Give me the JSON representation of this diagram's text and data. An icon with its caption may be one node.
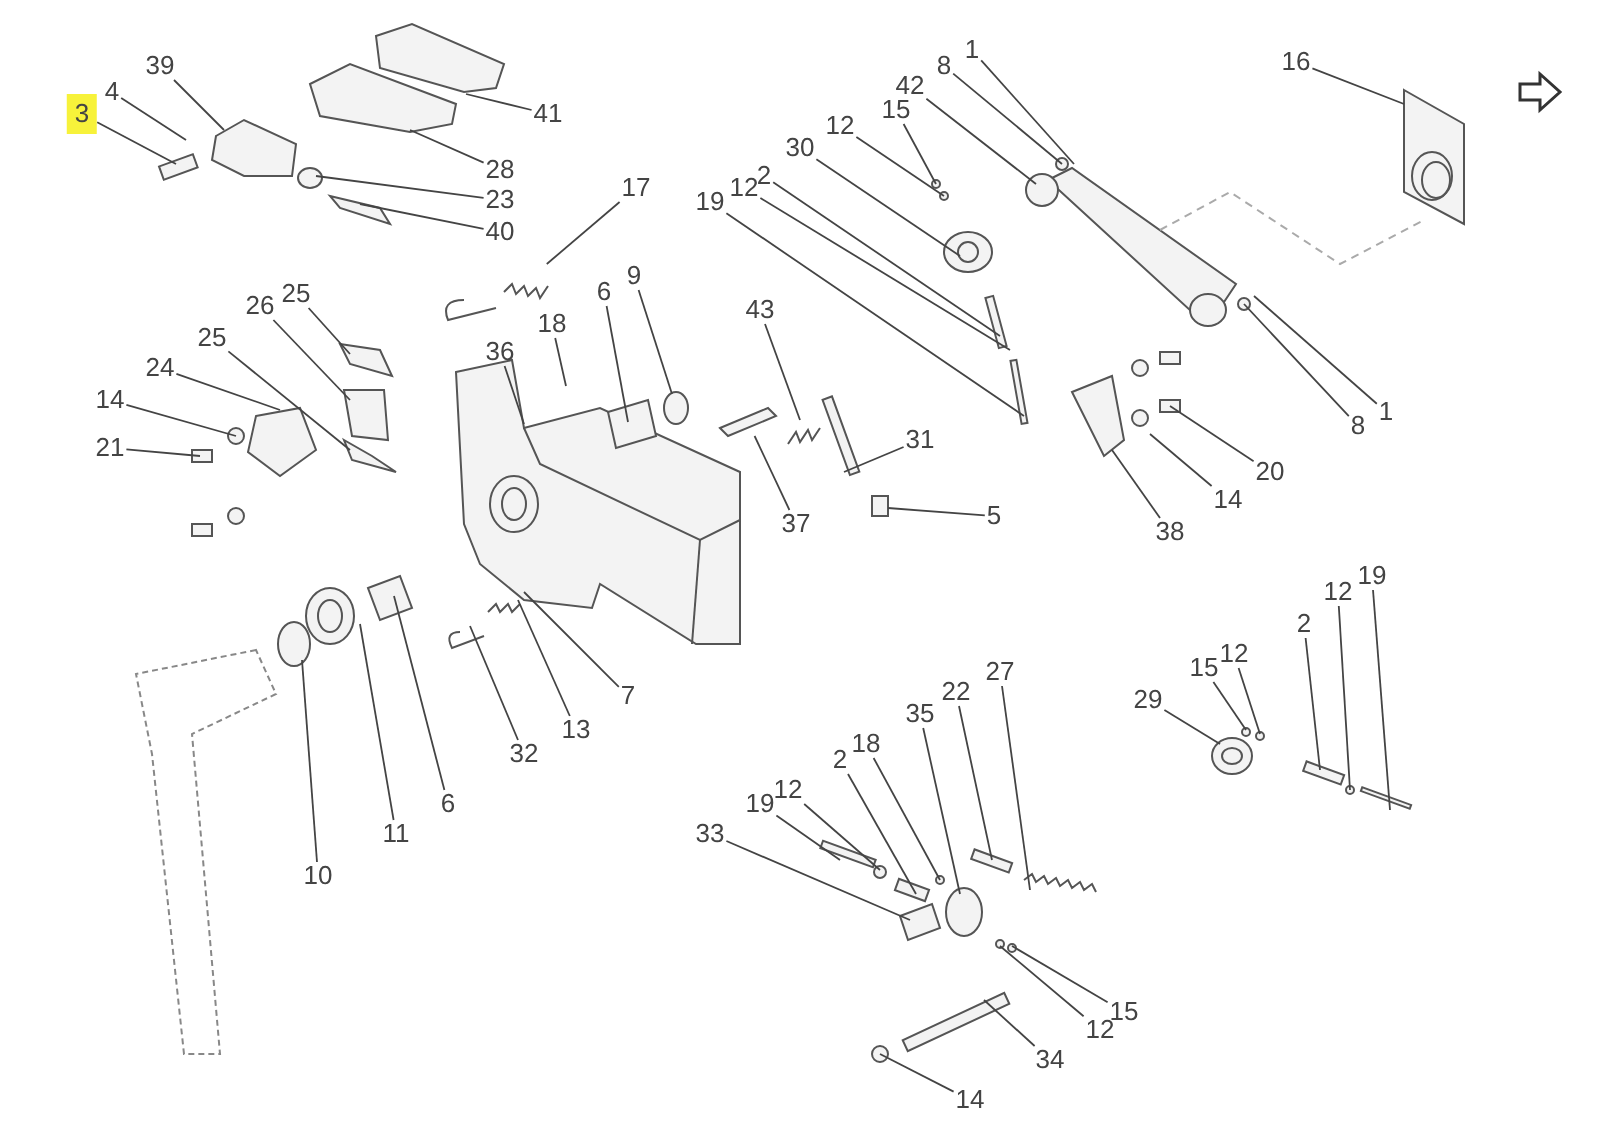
{
  "diagram": {
    "nodes": [
      {
        "text": [
          "1"
        ]
      },
      {
        "text": [
          "16"
        ]
      },
      {
        "text": [
          "39"
        ]
      },
      {
        "text": [
          "8"
        ]
      },
      {
        "text": [
          "4"
        ]
      },
      {
        "text": [
          "42"
        ]
      },
      {
        "text": [
          "15"
        ]
      },
      {
        "text": [
          "3"
        ]
      },
      {
        "text": [
          "41"
        ]
      },
      {
        "text": [
          "12"
        ]
      },
      {
        "text": [
          "30"
        ]
      },
      {
        "text": [
          "28"
        ]
      },
      {
        "text": [
          "2"
        ]
      },
      {
        "text": [
          "17"
        ]
      },
      {
        "text": [
          "12"
        ]
      },
      {
        "text": [
          "23"
        ]
      },
      {
        "text": [
          "19"
        ]
      },
      {
        "text": [
          "40"
        ]
      },
      {
        "text": [
          "9"
        ]
      },
      {
        "text": [
          "6"
        ]
      },
      {
        "text": [
          "25"
        ]
      },
      {
        "text": [
          "26"
        ]
      },
      {
        "text": [
          "43"
        ]
      },
      {
        "text": [
          "18"
        ]
      },
      {
        "text": [
          "25"
        ]
      },
      {
        "text": [
          "36"
        ]
      },
      {
        "text": [
          "24"
        ]
      },
      {
        "text": [
          "14"
        ]
      },
      {
        "text": [
          "1"
        ]
      },
      {
        "text": [
          "8"
        ]
      },
      {
        "text": [
          "31"
        ]
      },
      {
        "text": [
          "21"
        ]
      },
      {
        "text": [
          "20"
        ]
      },
      {
        "text": [
          "14"
        ]
      },
      {
        "text": [
          "37"
        ]
      },
      {
        "text": [
          "5"
        ]
      },
      {
        "text": [
          "38"
        ]
      },
      {
        "text": [
          "19"
        ]
      },
      {
        "text": [
          "12"
        ]
      },
      {
        "text": [
          "2"
        ]
      },
      {
        "text": [
          "12"
        ]
      },
      {
        "text": [
          "15"
        ]
      },
      {
        "text": [
          "27"
        ]
      },
      {
        "text": [
          "7"
        ]
      },
      {
        "text": [
          "22"
        ]
      },
      {
        "text": [
          "29"
        ]
      },
      {
        "text": [
          "35"
        ]
      },
      {
        "text": [
          "13"
        ]
      },
      {
        "text": [
          "18"
        ]
      },
      {
        "text": [
          "32"
        ]
      },
      {
        "text": [
          "2"
        ]
      },
      {
        "text": [
          "12"
        ]
      },
      {
        "text": [
          "19"
        ]
      },
      {
        "text": [
          "6"
        ]
      },
      {
        "text": [
          "11"
        ]
      },
      {
        "text": [
          "33"
        ]
      },
      {
        "text": [
          "10"
        ]
      },
      {
        "text": [
          "15"
        ]
      },
      {
        "text": [
          "12"
        ]
      },
      {
        "text": [
          "34"
        ]
      },
      {
        "text": [
          "14"
        ]
      },
      {
        "text": [],
        "shape": "spring"
      },
      {
        "text": [],
        "shape": "pin"
      }
    ],
    "edges": [
      {
        "from": 0,
        "to": null,
        "arrow": "none"
      },
      {
        "from": 1,
        "to": null,
        "arrow": "none"
      },
      {
        "from": 2,
        "to": null,
        "arrow": "none"
      },
      {
        "from": 3,
        "to": null,
        "arrow": "none"
      },
      {
        "from": 4,
        "to": null,
        "arrow": "none"
      },
      {
        "from": 5,
        "to": null,
        "arrow": "none"
      },
      {
        "from": 6,
        "to": null,
        "arrow": "none"
      },
      {
        "from": 7,
        "to": null,
        "arrow": "none"
      },
      {
        "from": 8,
        "to": null,
        "arrow": "none"
      },
      {
        "from": 9,
        "to": null,
        "arrow": "none"
      },
      {
        "from": 10,
        "to": null,
        "arrow": "none"
      },
      {
        "from": 11,
        "to": null,
        "arrow": "none"
      },
      {
        "from": 12,
        "to": null,
        "arrow": "none"
      },
      {
        "from": 13,
        "to": 61,
        "arrow": "none"
      },
      {
        "from": 14,
        "to": null,
        "arrow": "none"
      },
      {
        "from": 15,
        "to": null,
        "arrow": "none"
      },
      {
        "from": 16,
        "to": null,
        "arrow": "none"
      },
      {
        "from": 17,
        "to": null,
        "arrow": "none"
      },
      {
        "from": 18,
        "to": null,
        "arrow": "none"
      },
      {
        "from": 19,
        "to": null,
        "arrow": "none"
      },
      {
        "from": 20,
        "to": null,
        "arrow": "none"
      },
      {
        "from": 21,
        "to": null,
        "arrow": "none"
      },
      {
        "from": 22,
        "to": null,
        "arrow": "none"
      },
      {
        "from": 23,
        "to": null,
        "arrow": "none"
      },
      {
        "from": 24,
        "to": null,
        "arrow": "none"
      },
      {
        "from": 25,
        "to": null,
        "arrow": "none"
      },
      {
        "from": 26,
        "to": null,
        "arrow": "none"
      },
      {
        "from": 27,
        "to": null,
        "arrow": "none"
      },
      {
        "from": 28,
        "to": null,
        "arrow": "none"
      },
      {
        "from": 29,
        "to": null,
        "arrow": "none"
      },
      {
        "from": 30,
        "to": null,
        "arrow": "none"
      },
      {
        "from": 31,
        "to": null,
        "arrow": "none"
      },
      {
        "from": 32,
        "to": null,
        "arrow": "none"
      },
      {
        "from": 33,
        "to": null,
        "arrow": "none"
      },
      {
        "from": 34,
        "to": 62,
        "arrow": "none"
      },
      {
        "from": 35,
        "to": null,
        "arrow": "none"
      },
      {
        "from": 36,
        "to": null,
        "arrow": "none"
      },
      {
        "from": 37,
        "to": null,
        "arrow": "none"
      },
      {
        "from": 38,
        "to": null,
        "arrow": "none"
      },
      {
        "from": 39,
        "to": null,
        "arrow": "none"
      },
      {
        "from": 40,
        "to": null,
        "arrow": "none"
      },
      {
        "from": 41,
        "to": null,
        "arrow": "none"
      },
      {
        "from": 42,
        "to": null,
        "arrow": "none"
      },
      {
        "from": 43,
        "to": null,
        "arrow": "none"
      },
      {
        "from": 44,
        "to": null,
        "arrow": "none"
      },
      {
        "from": 45,
        "to": null,
        "arrow": "none"
      },
      {
        "from": 46,
        "to": null,
        "arrow": "none"
      },
      {
        "from": 47,
        "to": null,
        "arrow": "none"
      },
      {
        "from": 48,
        "to": null,
        "arrow": "none"
      },
      {
        "from": 49,
        "to": null,
        "arrow": "none"
      },
      {
        "from": 50,
        "to": null,
        "arrow": "none"
      },
      {
        "from": 51,
        "to": null,
        "arrow": "none"
      },
      {
        "from": 52,
        "to": null,
        "arrow": "none"
      },
      {
        "from": 53,
        "to": null,
        "arrow": "none"
      },
      {
        "from": 54,
        "to": null,
        "arrow": "none"
      },
      {
        "from": 55,
        "to": null,
        "arrow": "none"
      },
      {
        "from": 56,
        "to": null,
        "arrow": "none"
      },
      {
        "from": 57,
        "to": null,
        "arrow": "none"
      },
      {
        "from": 58,
        "to": null,
        "arrow": "none"
      },
      {
        "from": 59,
        "to": null,
        "arrow": "none"
      },
      {
        "from": 60,
        "to": null,
        "arrow": "none"
      }
    ]
  }
}
